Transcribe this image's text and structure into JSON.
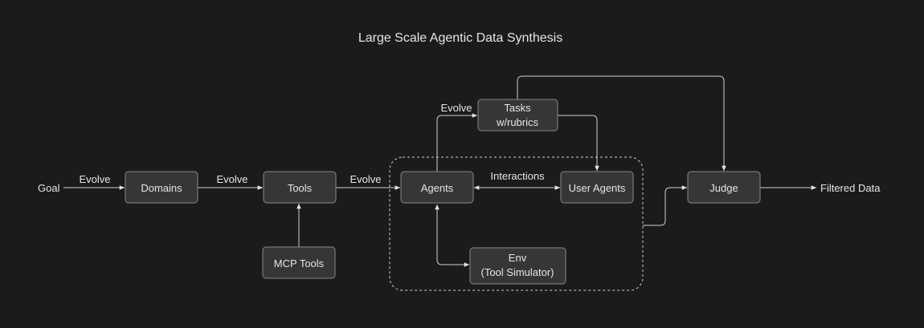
{
  "title": "Large Scale Agentic Data Synthesis",
  "nodes": {
    "domains": "Domains",
    "tools": "Tools",
    "mcp_tools": "MCP Tools",
    "agents": "Agents",
    "user_agents": "User Agents",
    "tasks": [
      "Tasks",
      "w/rubrics"
    ],
    "env": [
      "Env",
      "(Tool Simulator)"
    ],
    "judge": "Judge"
  },
  "terminals": {
    "goal": "Goal",
    "filtered_data": "Filtered Data"
  },
  "edge_labels": {
    "goal_to_domains": "Evolve",
    "domains_to_tools": "Evolve",
    "tools_to_agents": "Evolve",
    "agents_to_tasks": "Evolve",
    "agents_user_agents": "Interactions"
  },
  "colors": {
    "background": "#1b1b1b",
    "node_fill": "#363636",
    "node_stroke": "#888888",
    "edge": "#cfcfcf",
    "text": "#e6e6e6"
  }
}
